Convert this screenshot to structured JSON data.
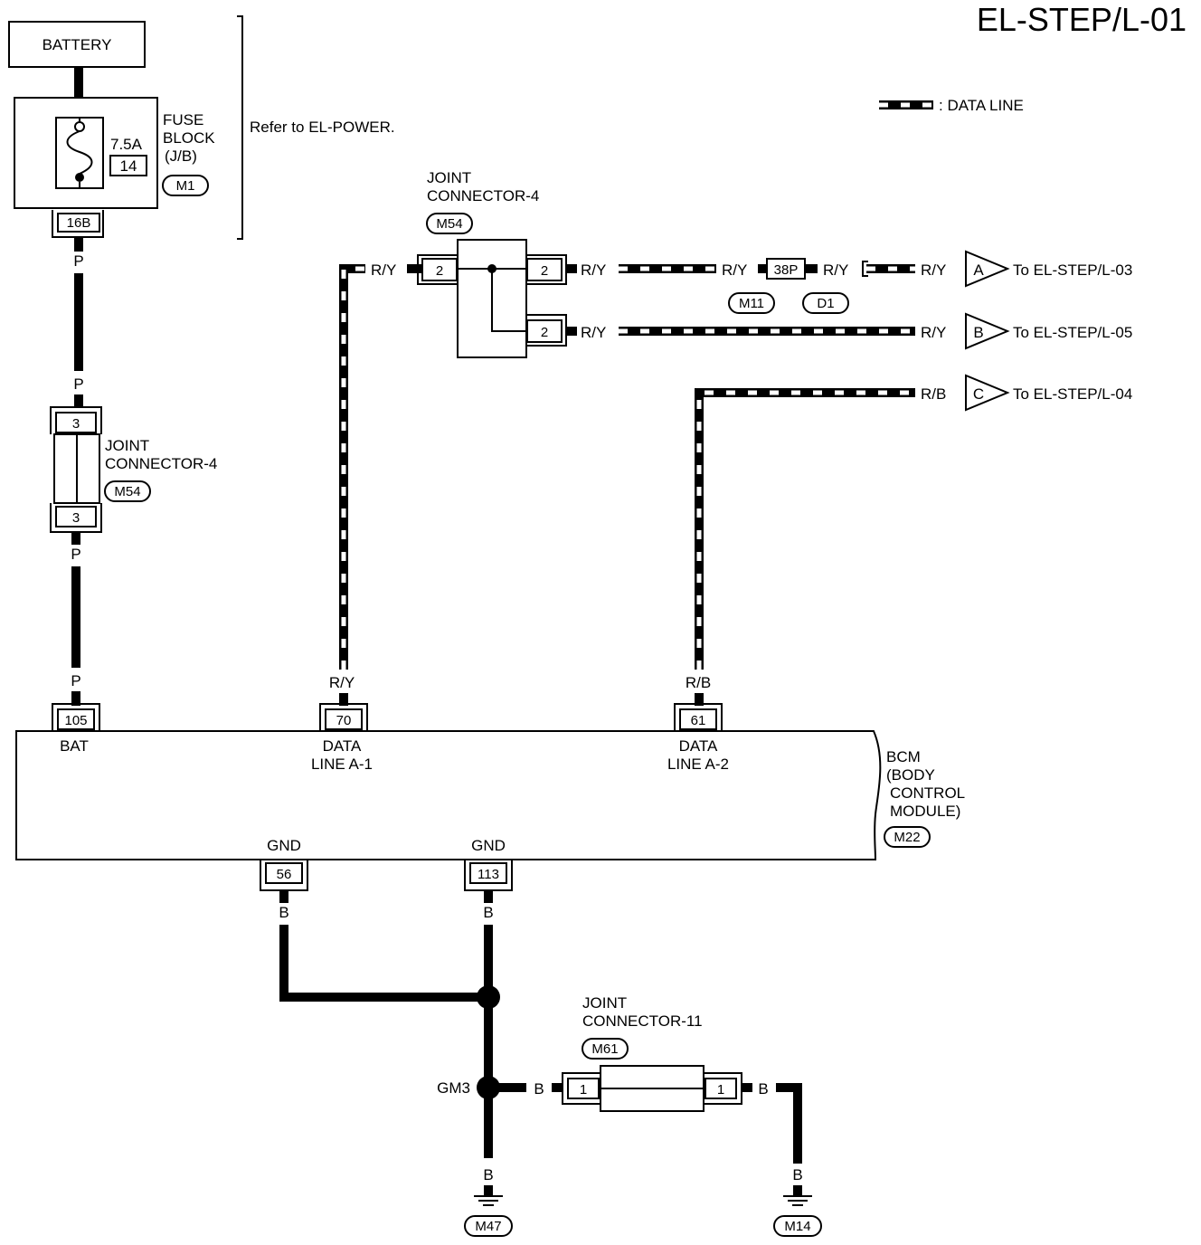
{
  "page": {
    "code": "EL-STEP/L-01"
  },
  "legend": {
    "label": ": DATA LINE"
  },
  "battery": {
    "label": "BATTERY"
  },
  "fuse_block": {
    "line1": "FUSE",
    "line2": "BLOCK",
    "line3": "(J/B)",
    "connector": "M1",
    "rating": "7.5A",
    "fuse_no": "14",
    "terminal": "16B"
  },
  "refer_note": "Refer to EL-POWER.",
  "joint_connector_4_left": {
    "line1": "JOINT",
    "line2": "CONNECTOR-4",
    "connector": "M54",
    "pin_top": "3",
    "pin_bottom": "3"
  },
  "joint_connector_4_top": {
    "line1": "JOINT",
    "line2": "CONNECTOR-4",
    "connector": "M54",
    "pin_in": "2",
    "pin_out1": "2",
    "pin_out2": "2"
  },
  "wire_colors": {
    "p": "P",
    "ry": "R/Y",
    "rb": "R/B",
    "b": "B"
  },
  "inline_connector": {
    "terminal": "38P",
    "left_conn": "M11",
    "right_conn": "D1"
  },
  "offpage": [
    {
      "letter": "A",
      "dest": "To EL-STEP/L-03"
    },
    {
      "letter": "B",
      "dest": "To EL-STEP/L-05"
    },
    {
      "letter": "C",
      "dest": "To EL-STEP/L-04"
    }
  ],
  "bcm": {
    "line1": "BCM",
    "line2": "(BODY",
    "line3": "CONTROL",
    "line4": "MODULE)",
    "connector": "M22",
    "pins": [
      {
        "number": "105",
        "label1": "BAT",
        "label2": ""
      },
      {
        "number": "70",
        "label1": "DATA",
        "label2": "LINE A-1"
      },
      {
        "number": "61",
        "label1": "DATA",
        "label2": "LINE A-2"
      },
      {
        "number": "56",
        "label1": "GND",
        "label2": ""
      },
      {
        "number": "113",
        "label1": "GND",
        "label2": ""
      }
    ]
  },
  "ground_point": {
    "label": "GM3"
  },
  "joint_connector_11": {
    "line1": "JOINT",
    "line2": "CONNECTOR-11",
    "connector": "M61",
    "pin_left": "1",
    "pin_right": "1"
  },
  "grounds": [
    {
      "label": "M47"
    },
    {
      "label": "M14"
    }
  ]
}
